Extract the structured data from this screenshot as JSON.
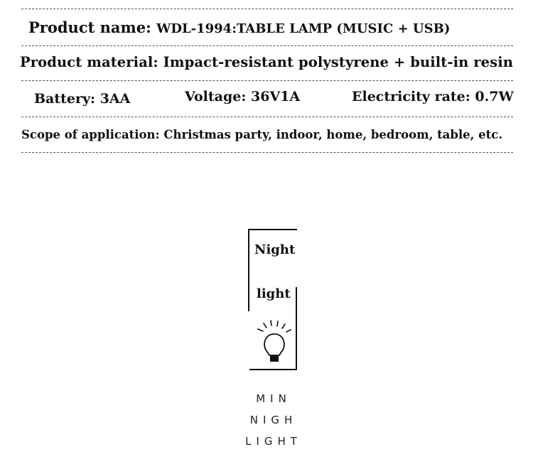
{
  "specs": {
    "product_name": {
      "label": "Product name:",
      "value": "WDL-1994:TABLE LAMP (MUSIC + USB)"
    },
    "material": {
      "label": "Product material:",
      "value": "Impact-resistant polystyrene + built-in resin"
    },
    "battery": {
      "label": "Battery:",
      "value": "3AA"
    },
    "voltage": {
      "label": "Voltage:",
      "value": "36V1A"
    },
    "electricity_rate": {
      "label": "Electricity rate:",
      "value": "0.7W"
    },
    "scope": {
      "label": "Scope of application:",
      "value": "Christmas party, indoor, home, bedroom, table, etc."
    }
  },
  "badge": {
    "line1": "Night",
    "line2": "light",
    "icon": "light-bulb-icon"
  },
  "caption": {
    "line1": "MIN",
    "line2": "NIGH",
    "line3": "LIGHT"
  }
}
